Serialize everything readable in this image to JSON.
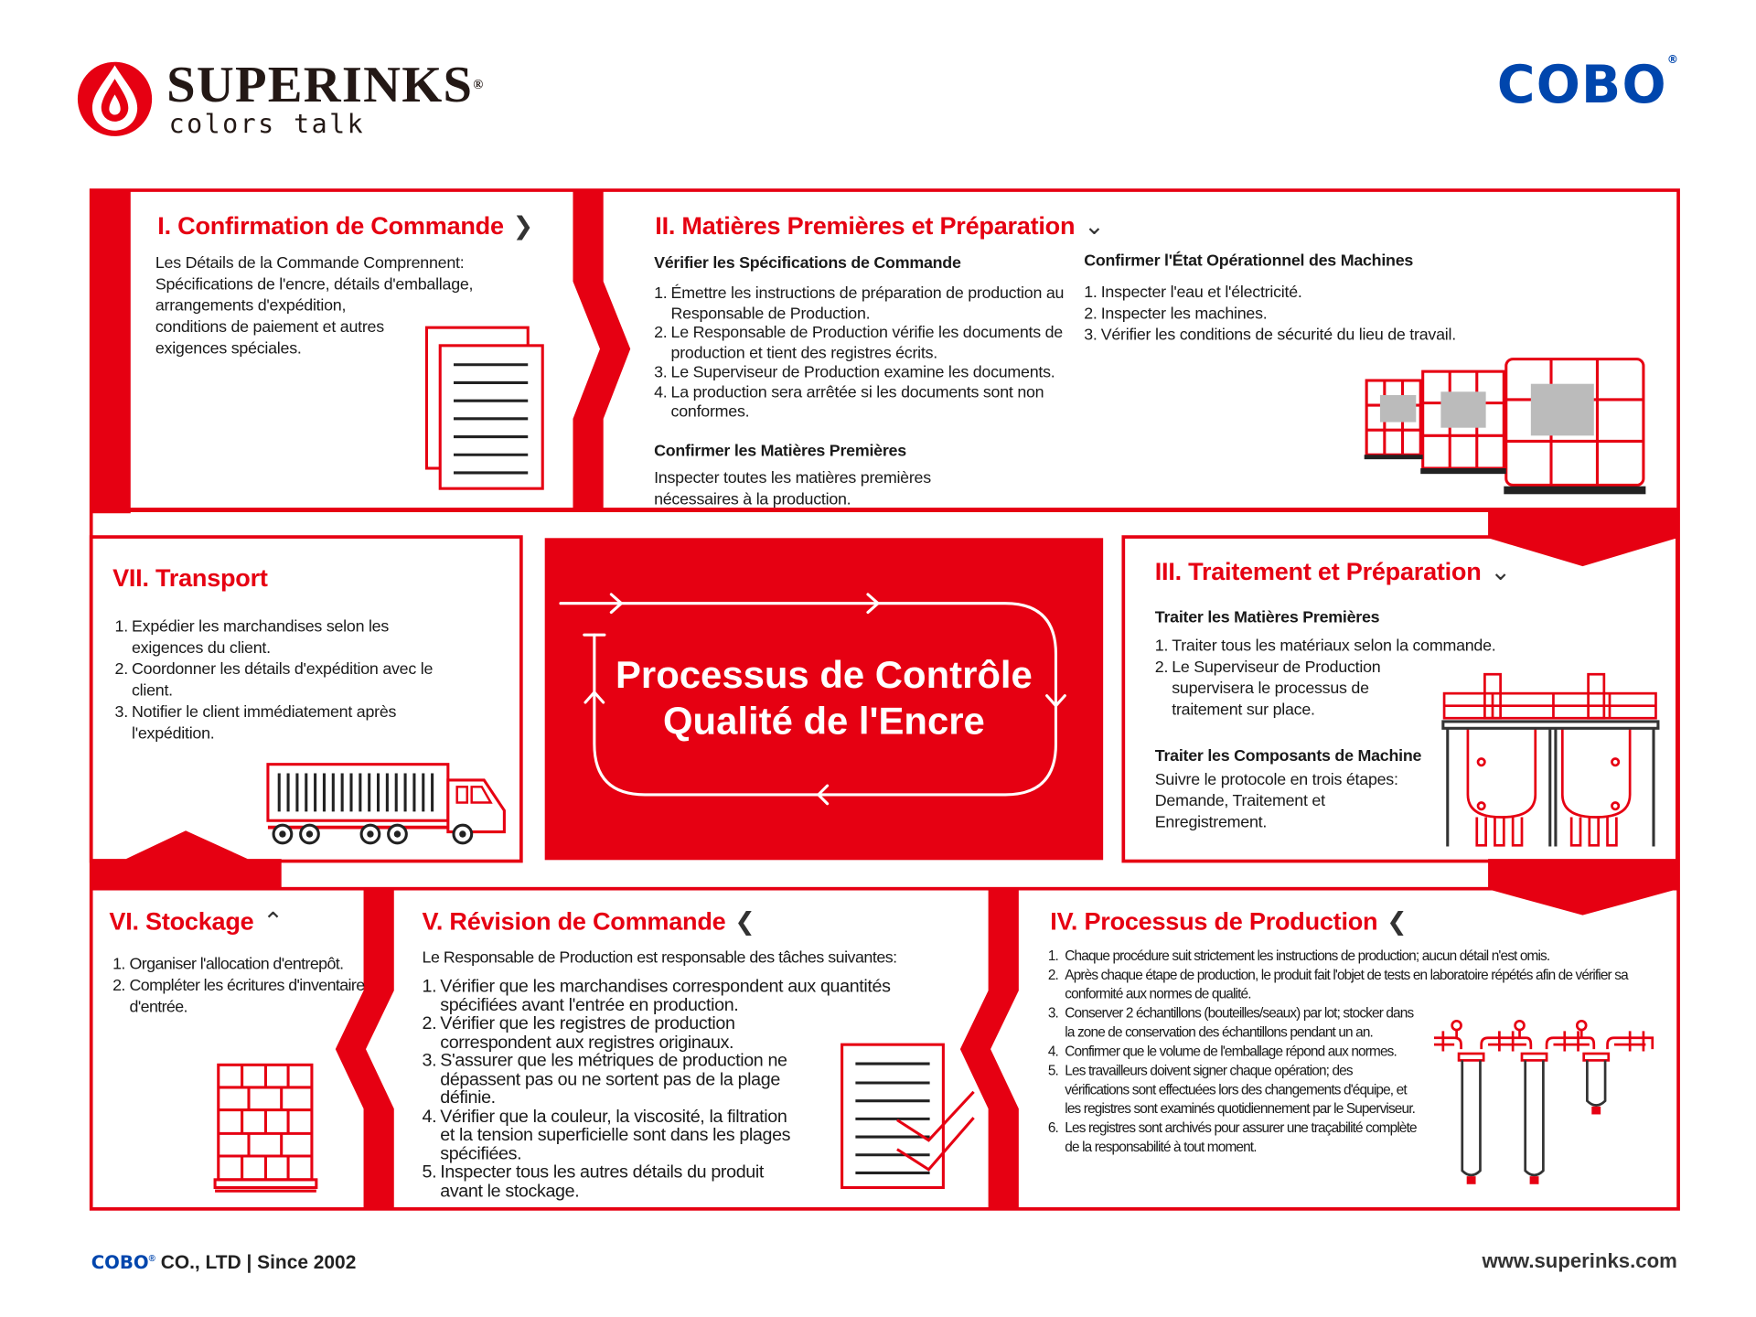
{
  "brand": {
    "name": "SUPERINKS",
    "reg": "®",
    "tagline": "colors talk",
    "partner": "COBO",
    "partner_reg": "®",
    "primary": "#e60012",
    "partner_color": "#0046ad"
  },
  "center": {
    "title_line1": "Processus de Contrôle",
    "title_line2": "Qualité de l'Encre"
  },
  "s1": {
    "title": "I. Confirmation de Commande",
    "chevron": "right",
    "body": [
      "Les Détails de la Commande Comprennent:",
      "Spécifications de l'encre, détails d'emballage,",
      "arrangements d'expédition,",
      "conditions de paiement et autres",
      "exigences spéciales."
    ]
  },
  "s2": {
    "title": "II. Matières Premières et Préparation",
    "chevron": "down",
    "col1_title": "Vérifier les Spécifications de Commande",
    "col1_items": [
      "Émettre les instructions de préparation de production au Responsable de Production.",
      "Le Responsable de Production vérifie les documents de production et tient des registres écrits.",
      "Le Superviseur de Production examine les documents.",
      "La production sera arrêtée si les documents sont non conformes."
    ],
    "col1b_title": "Confirmer les Matières Premières",
    "col1b_body": "Inspecter toutes les matières premières nécessaires à la production.",
    "col2_title": "Confirmer l'État Opérationnel des Machines",
    "col2_items": [
      "Inspecter l'eau et l'électricité.",
      "Inspecter les machines.",
      "Vérifier les conditions de sécurité du lieu de travail."
    ]
  },
  "s3": {
    "title": "III. Traitement et Préparation",
    "chevron": "down",
    "sub1": "Traiter les Matières Premières",
    "items": [
      "Traiter tous les matériaux selon la commande.",
      "Le Superviseur de Production supervisera le processus de traitement sur place."
    ],
    "sub2": "Traiter les Composants de Machine",
    "body2": "Suivre le protocole en trois étapes: Demande, Traitement et Enregistrement."
  },
  "s4": {
    "title": "IV. Processus de Production",
    "chevron": "left",
    "items": [
      "Chaque procédure suit strictement les instructions de production; aucun détail n'est omis.",
      "Après chaque étape de production, le produit fait l'objet de tests en laboratoire répétés afin de vérifier sa conformité aux normes de qualité.",
      "Conserver 2 échantillons (bouteilles/seaux) par lot; stocker dans la zone de conservation des échantillons pendant un an.",
      "Confirmer que le volume de l'emballage répond aux normes.",
      "Les travailleurs doivent signer chaque opération; des vérifications sont effectuées lors des changements d'équipe, et les registres sont examinés quotidiennement par le Superviseur.",
      "Les registres sont archivés pour assurer une traçabilité complète de la responsabilité à tout moment."
    ]
  },
  "s5": {
    "title": "V. Révision de Commande",
    "chevron": "left",
    "intro": "Le Responsable de Production est responsable des tâches suivantes:",
    "items": [
      "Vérifier que les marchandises correspondent aux quantités spécifiées avant l'entrée en production.",
      "Vérifier que les registres de production correspondent aux registres originaux.",
      "S'assurer que les métriques de production ne dépassent pas ou ne sortent pas de la plage définie.",
      "Vérifier que la couleur, la viscosité, la filtration et la tension superficielle sont dans les plages spécifiées.",
      "Inspecter tous les autres détails du produit avant le stockage."
    ]
  },
  "s6": {
    "title": "VI. Stockage",
    "chevron": "up",
    "items": [
      "Organiser l'allocation d'entrepôt.",
      "Compléter les écritures d'inventaire d'entrée."
    ]
  },
  "s7": {
    "title": "VII. Transport",
    "items": [
      "Expédier les marchandises selon les exigences du client.",
      "Coordonner les détails d'expédition avec le client.",
      "Notifier le client immédiatement après l'expédition."
    ]
  },
  "footer": {
    "company": "CO., LTD | Since 2002",
    "url": "www.superinks.com"
  }
}
